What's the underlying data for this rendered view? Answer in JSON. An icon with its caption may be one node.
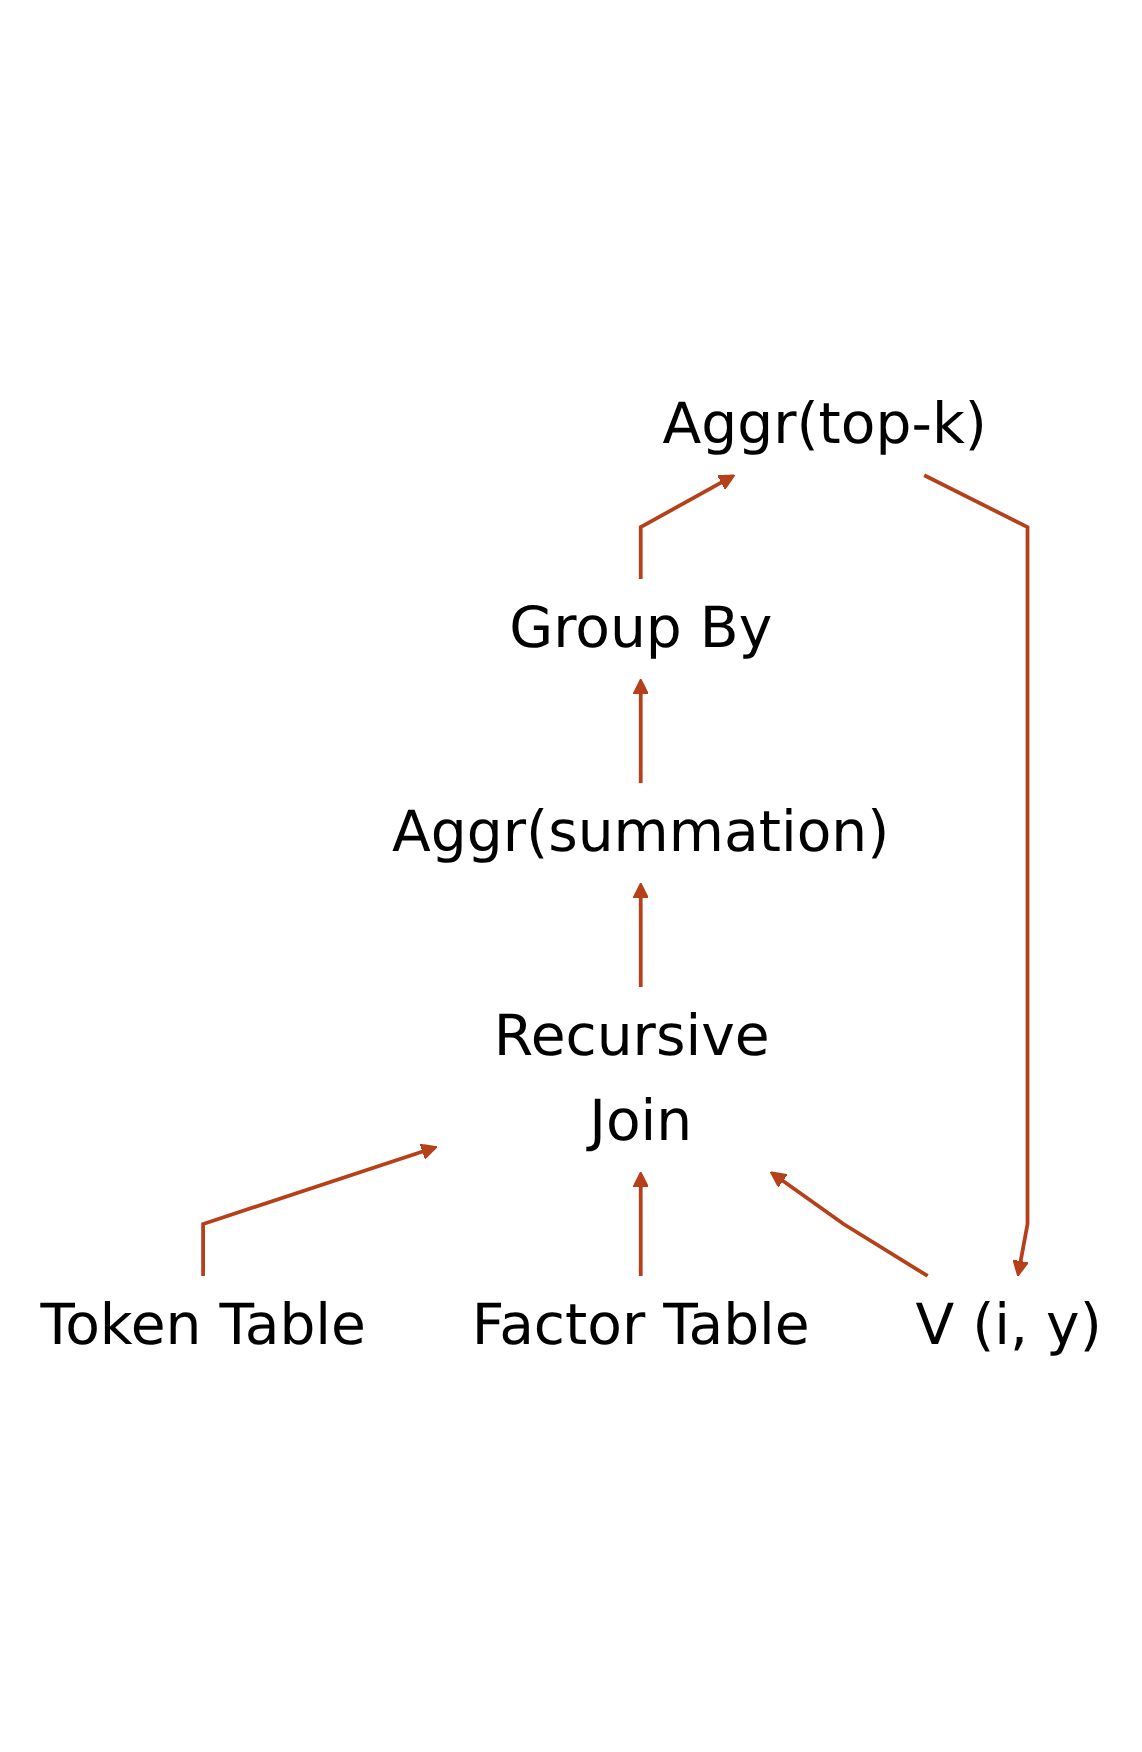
{
  "diagram": {
    "nodes": [
      {
        "text": [
          "V (i, y)"
        ]
      },
      {
        "text": [
          "Aggr(top-k)"
        ]
      },
      {
        "text": [
          "Group By"
        ]
      },
      {
        "text": [
          "Aggr(summation)"
        ]
      },
      {
        "text": [
          "Recursive Join"
        ]
      },
      {
        "text": [
          "Token Table"
        ]
      },
      {
        "text": [
          "Factor Table"
        ]
      }
    ],
    "edges": [
      {
        "from": 1,
        "to": 0,
        "arrow": "to"
      },
      {
        "from": 2,
        "to": 1,
        "arrow": "to"
      },
      {
        "from": 3,
        "to": 2,
        "arrow": "to"
      },
      {
        "from": 4,
        "to": 3,
        "arrow": "to"
      },
      {
        "from": 5,
        "to": 4,
        "arrow": "to"
      },
      {
        "from": 6,
        "to": 4,
        "arrow": "to"
      },
      {
        "from": 0,
        "to": 4,
        "arrow": "to"
      }
    ]
  }
}
